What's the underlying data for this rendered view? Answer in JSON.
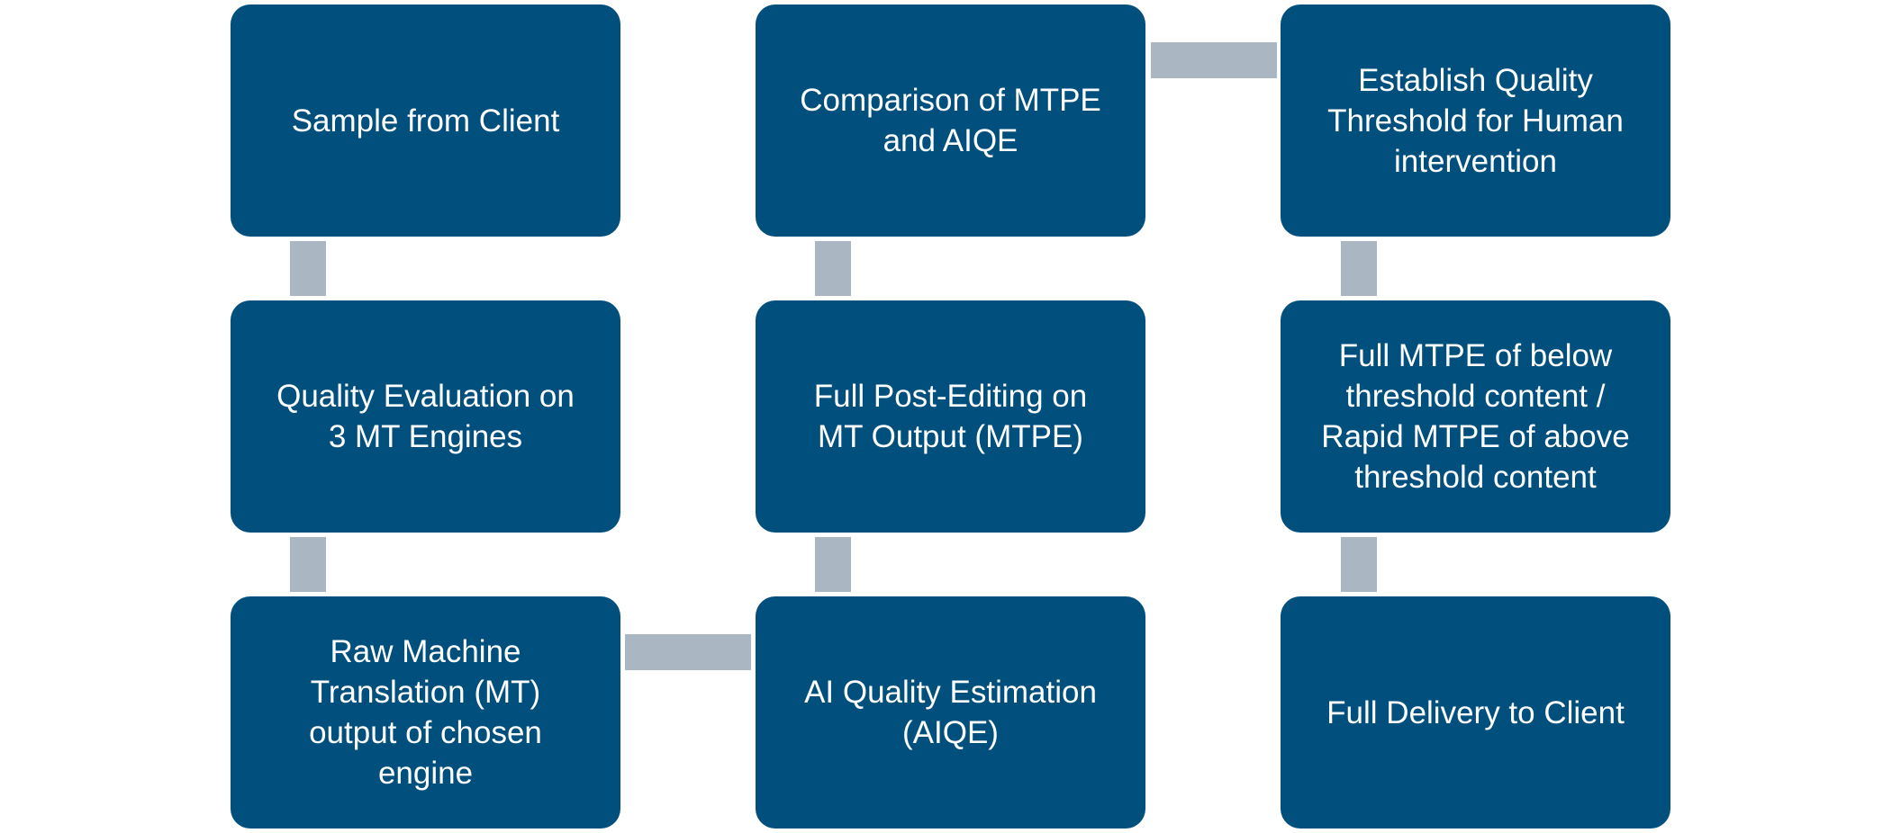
{
  "diagram": {
    "title": "",
    "colors": {
      "node_fill": "#004F7C",
      "node_text": "#FFFFFF",
      "connector": "#AAB6C1",
      "background": "#FFFFFF"
    },
    "nodes": [
      {
        "id": "sample",
        "label": "Sample from Client"
      },
      {
        "id": "quality-eval",
        "label": "Quality Evaluation on\n3 MT Engines"
      },
      {
        "id": "raw-mt",
        "label": "Raw Machine\nTranslation (MT)\noutput of chosen\nengine"
      },
      {
        "id": "aiqe",
        "label": "AI Quality Estimation\n(AIQE)"
      },
      {
        "id": "full-pe",
        "label": "Full Post-Editing on\nMT Output (MTPE)"
      },
      {
        "id": "comparison",
        "label": "Comparison of MTPE\nand AIQE"
      },
      {
        "id": "threshold",
        "label": "Establish Quality\nThreshold for Human\nintervention"
      },
      {
        "id": "mtpe-split",
        "label": "Full MTPE of below\nthreshold content /\nRapid MTPE of above\nthreshold content"
      },
      {
        "id": "delivery",
        "label": "Full Delivery to Client"
      }
    ],
    "edges": [
      {
        "from": "sample",
        "to": "quality-eval"
      },
      {
        "from": "quality-eval",
        "to": "raw-mt"
      },
      {
        "from": "raw-mt",
        "to": "aiqe"
      },
      {
        "from": "aiqe",
        "to": "full-pe"
      },
      {
        "from": "full-pe",
        "to": "comparison"
      },
      {
        "from": "comparison",
        "to": "threshold"
      },
      {
        "from": "threshold",
        "to": "mtpe-split"
      },
      {
        "from": "mtpe-split",
        "to": "delivery"
      }
    ]
  }
}
